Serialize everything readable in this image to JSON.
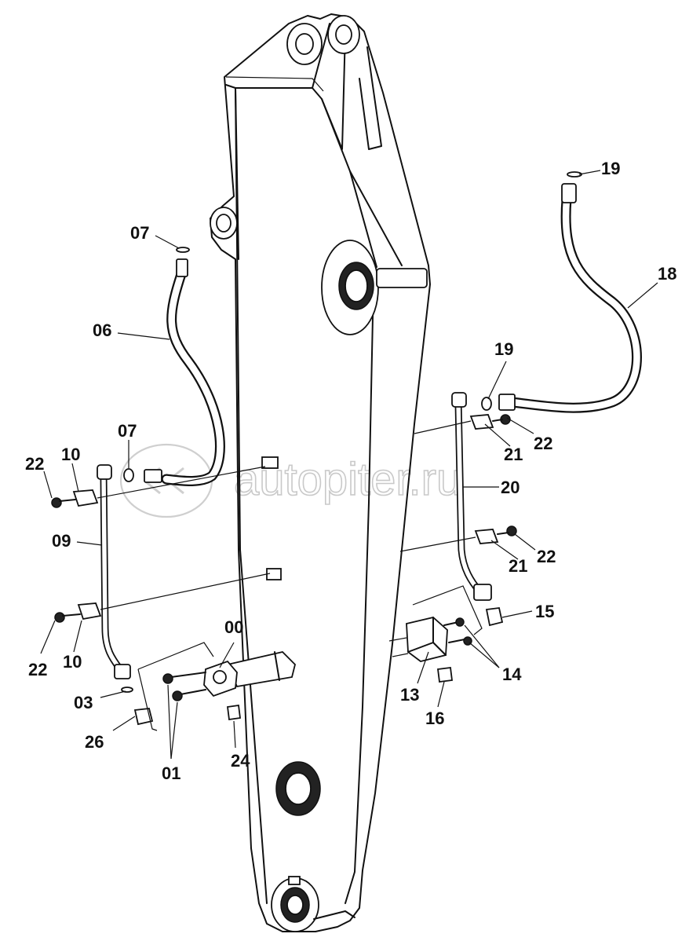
{
  "watermark": {
    "text": "autopiter.ru"
  },
  "callouts": [
    {
      "id": "c-19-top",
      "text": "19"
    },
    {
      "id": "c-18",
      "text": "18"
    },
    {
      "id": "c-19-mid",
      "text": "19"
    },
    {
      "id": "c-22-right-top",
      "text": "22"
    },
    {
      "id": "c-21-top",
      "text": "21"
    },
    {
      "id": "c-20",
      "text": "20"
    },
    {
      "id": "c-22-right-mid",
      "text": "22"
    },
    {
      "id": "c-21-mid",
      "text": "21"
    },
    {
      "id": "c-15",
      "text": "15"
    },
    {
      "id": "c-14",
      "text": "14"
    },
    {
      "id": "c-13",
      "text": "13"
    },
    {
      "id": "c-16",
      "text": "16"
    },
    {
      "id": "c-07-top",
      "text": "07"
    },
    {
      "id": "c-06",
      "text": "06"
    },
    {
      "id": "c-07-mid",
      "text": "07"
    },
    {
      "id": "c-22-left-top",
      "text": "22"
    },
    {
      "id": "c-10-top",
      "text": "10"
    },
    {
      "id": "c-09",
      "text": "09"
    },
    {
      "id": "c-22-left-bot",
      "text": "22"
    },
    {
      "id": "c-10-bot",
      "text": "10"
    },
    {
      "id": "c-00",
      "text": "00"
    },
    {
      "id": "c-03",
      "text": "03"
    },
    {
      "id": "c-26",
      "text": "26"
    },
    {
      "id": "c-01",
      "text": "01"
    },
    {
      "id": "c-24",
      "text": "24"
    }
  ]
}
